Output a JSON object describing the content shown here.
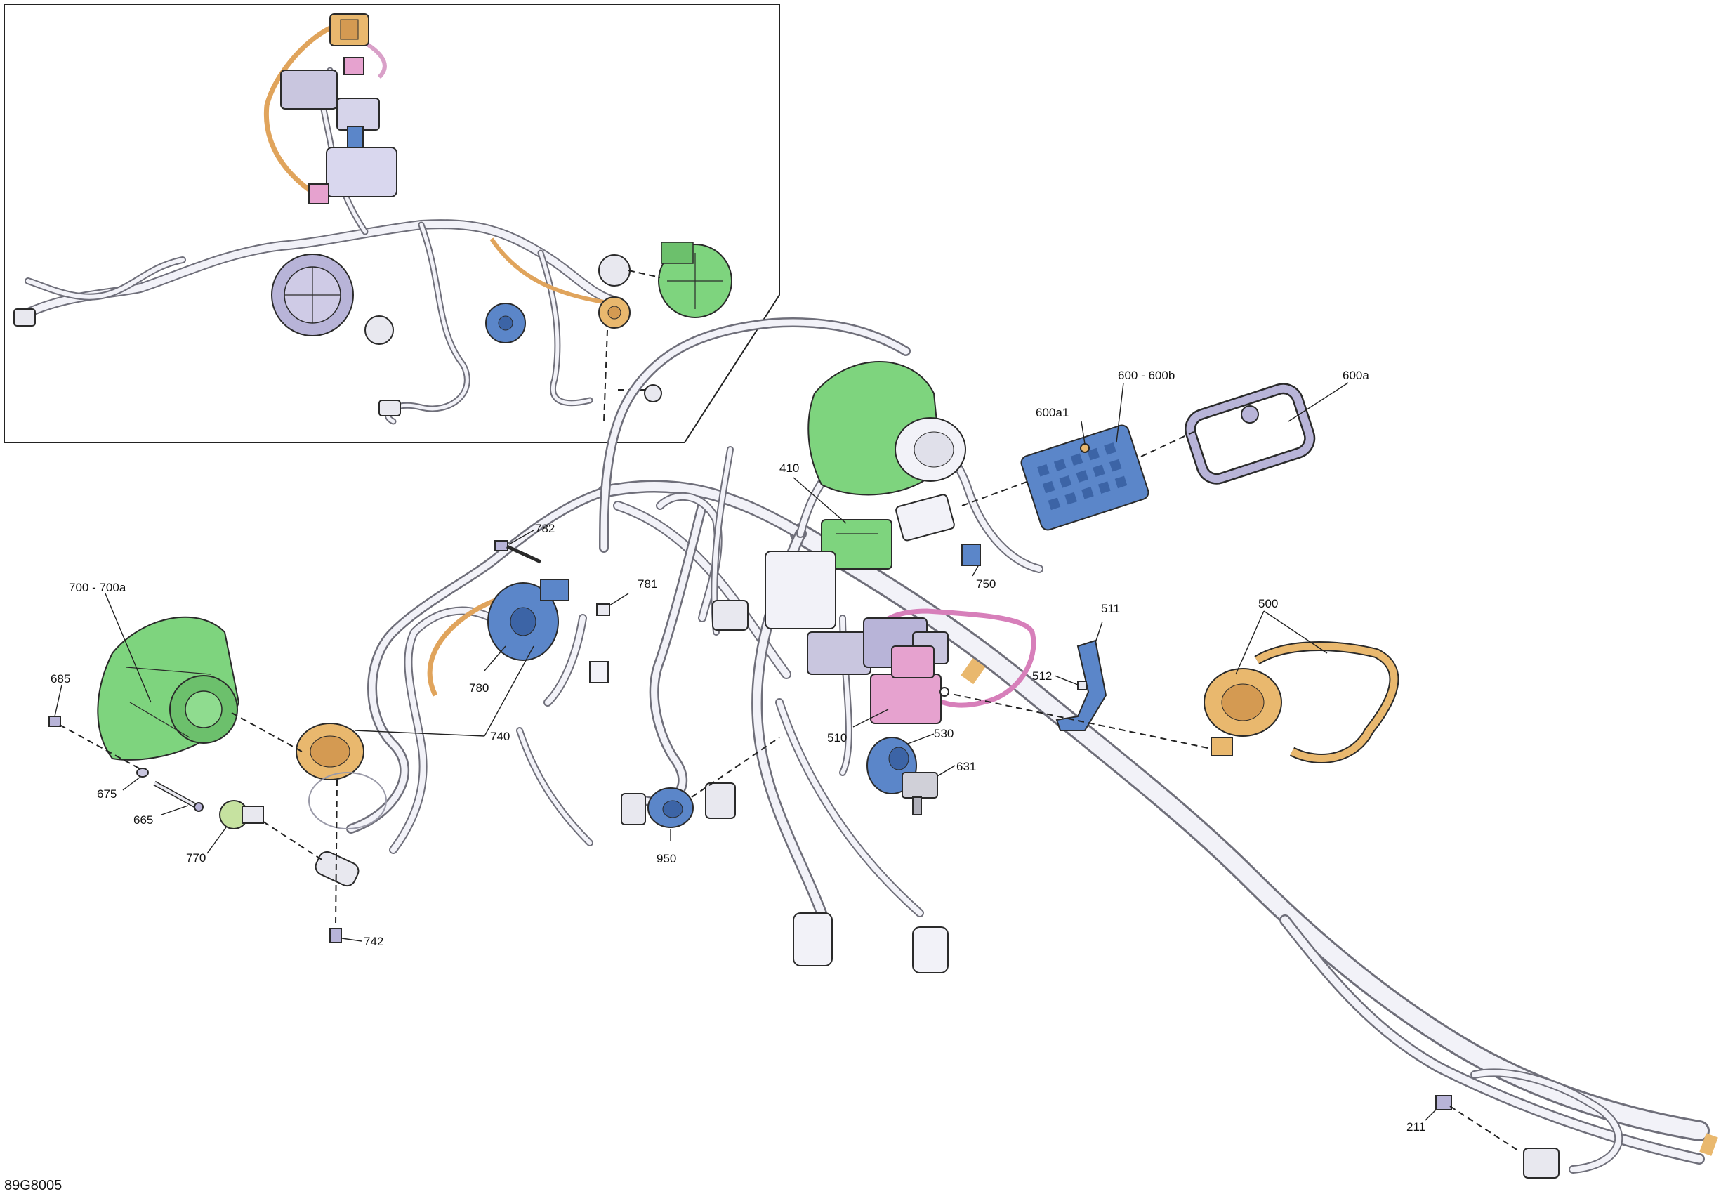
{
  "diagram": {
    "reference_code": "89G8005",
    "colors": {
      "green": "#7ed47e",
      "blue": "#5b86c9",
      "orange": "#e9b86e",
      "pink": "#e6a2cf",
      "lavender": "#b8b4d8",
      "wire": "#f2f2f8",
      "outline": "#2a2a2a"
    },
    "callouts": [
      {
        "id": "700-700a",
        "label": "700 - 700a"
      },
      {
        "id": "685",
        "label": "685"
      },
      {
        "id": "675",
        "label": "675"
      },
      {
        "id": "665",
        "label": "665"
      },
      {
        "id": "770",
        "label": "770"
      },
      {
        "id": "742",
        "label": "742"
      },
      {
        "id": "740",
        "label": "740"
      },
      {
        "id": "780",
        "label": "780"
      },
      {
        "id": "782",
        "label": "782"
      },
      {
        "id": "781",
        "label": "781"
      },
      {
        "id": "410",
        "label": "410"
      },
      {
        "id": "750",
        "label": "750"
      },
      {
        "id": "600a1",
        "label": "600a1"
      },
      {
        "id": "600-600b",
        "label": "600 - 600b"
      },
      {
        "id": "600a",
        "label": "600a"
      },
      {
        "id": "511",
        "label": "511"
      },
      {
        "id": "512",
        "label": "512"
      },
      {
        "id": "500",
        "label": "500"
      },
      {
        "id": "510",
        "label": "510"
      },
      {
        "id": "530",
        "label": "530"
      },
      {
        "id": "631",
        "label": "631"
      },
      {
        "id": "950",
        "label": "950"
      },
      {
        "id": "211",
        "label": "211"
      }
    ]
  }
}
